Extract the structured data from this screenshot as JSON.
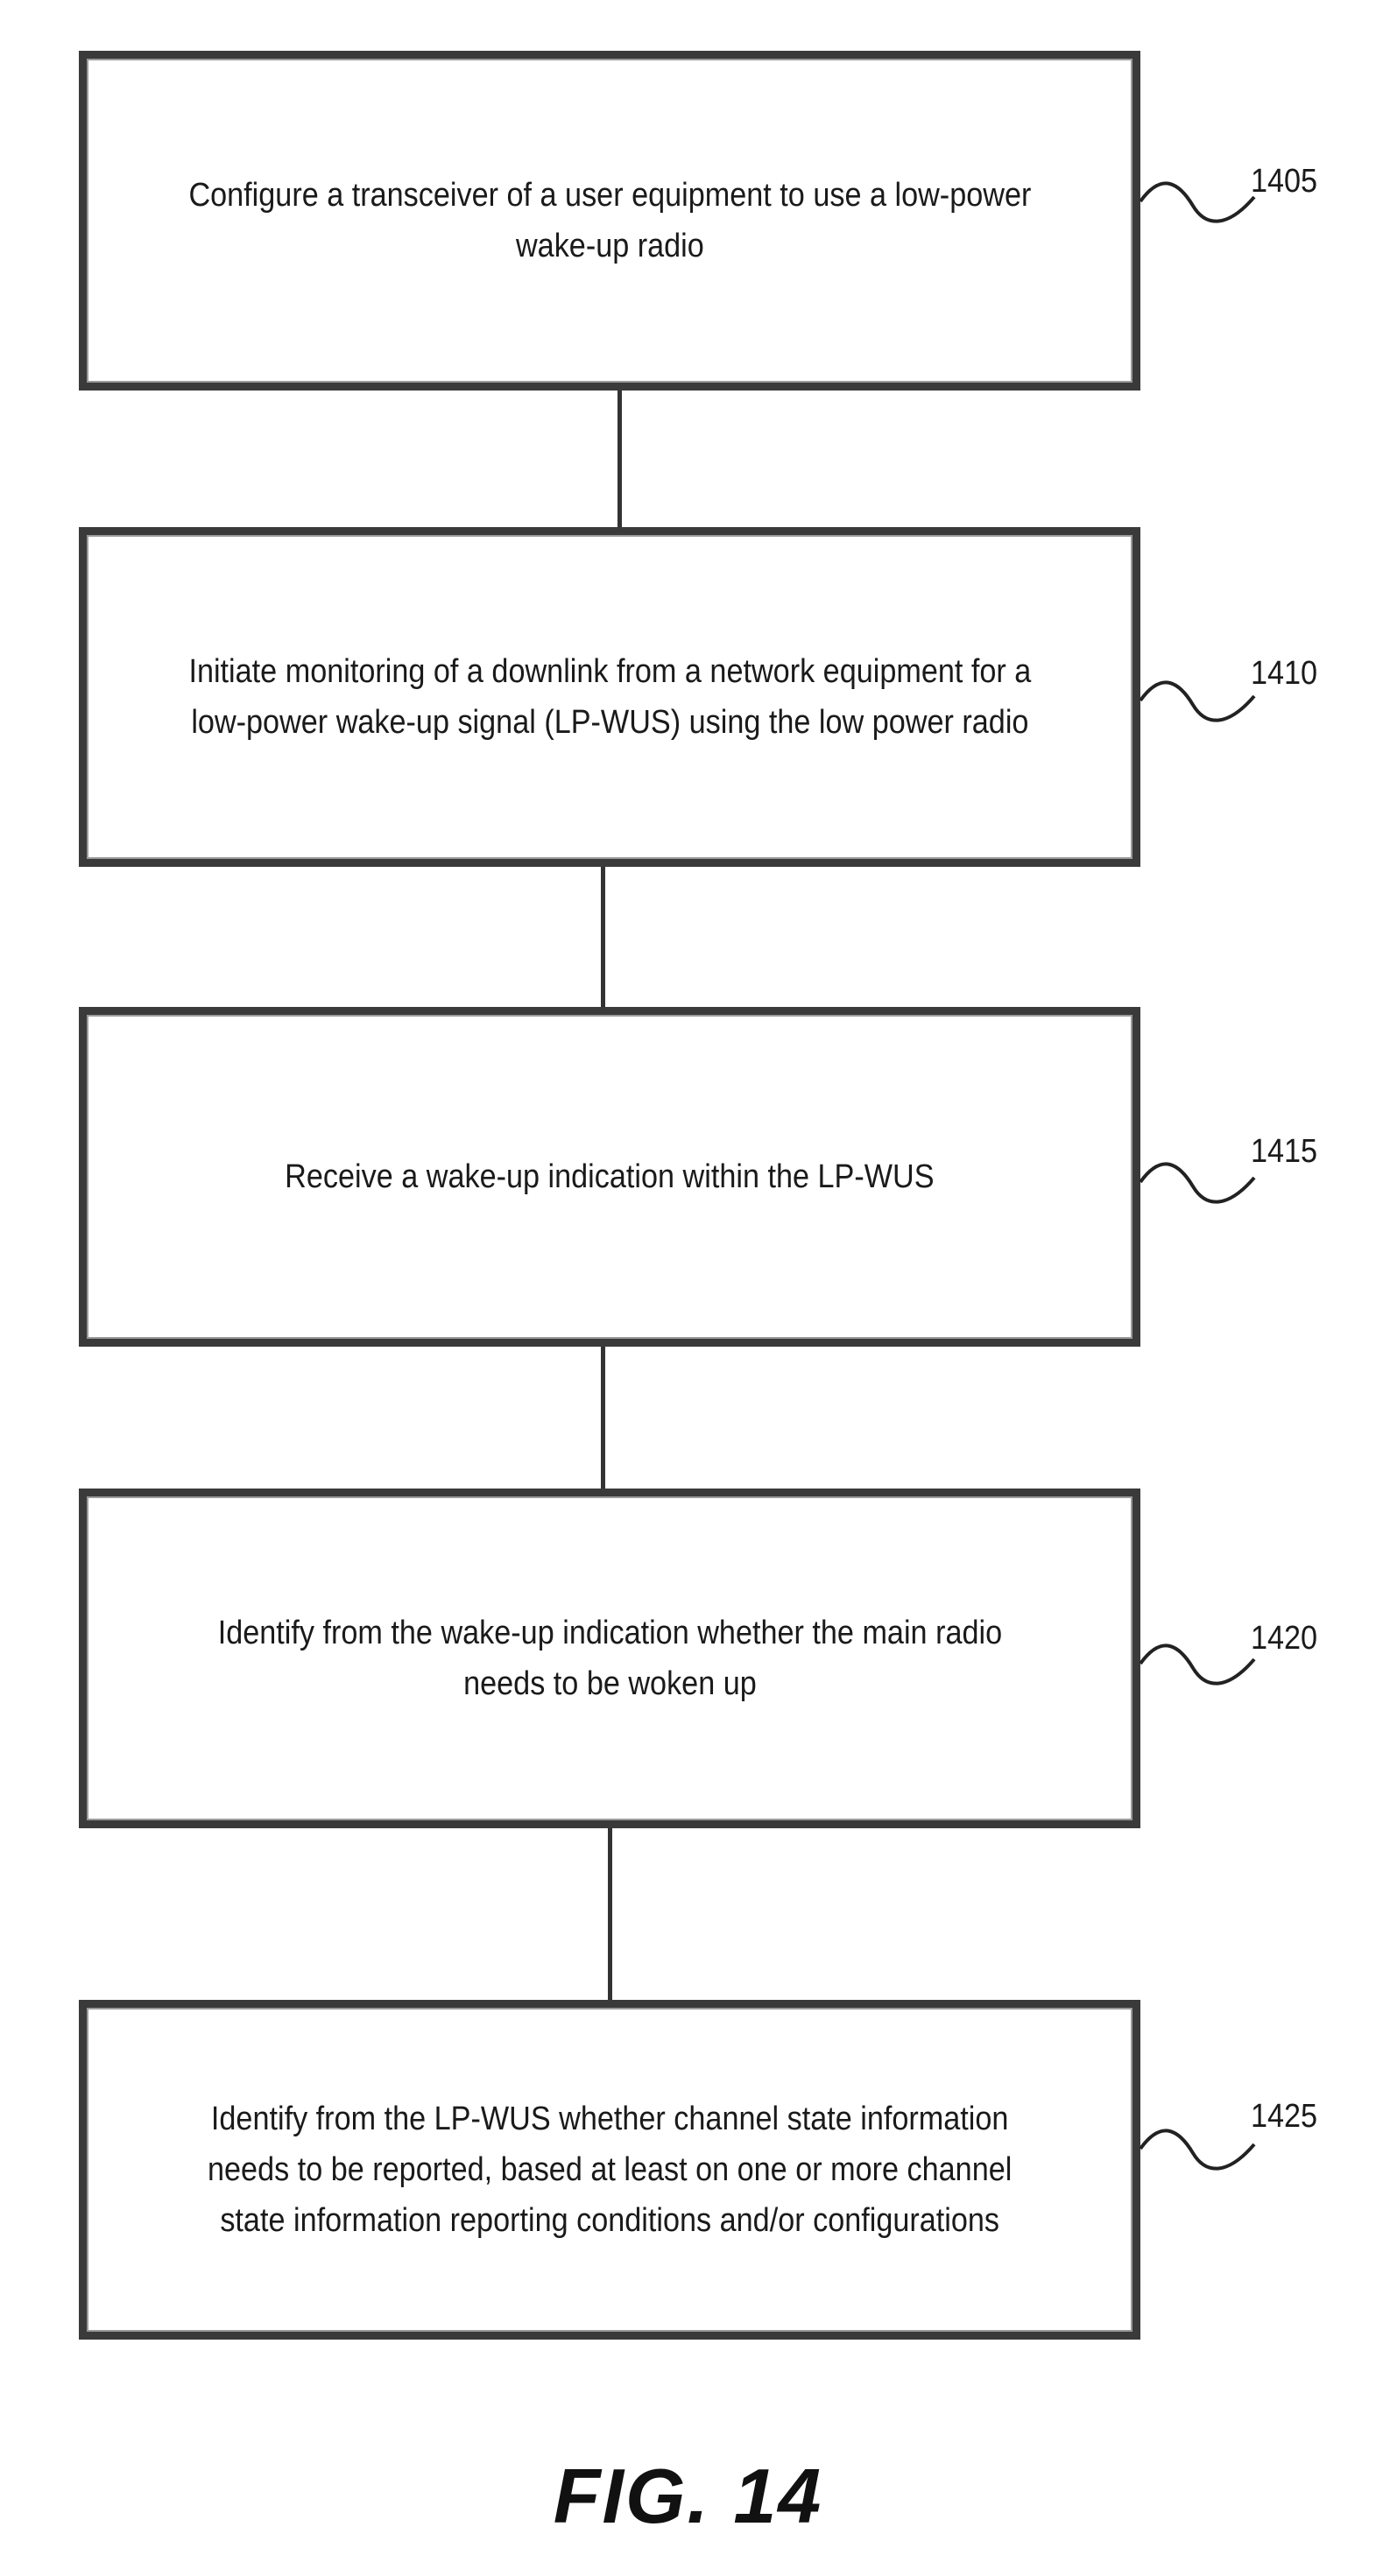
{
  "steps": [
    {
      "ref": "1405",
      "lines": [
        "Configure a transceiver of a user equipment to use a low-power",
        "wake-up radio"
      ]
    },
    {
      "ref": "1410",
      "lines": [
        "Initiate monitoring of a downlink from a network equipment for a",
        "low-power wake-up signal (LP-WUS) using the low power radio"
      ]
    },
    {
      "ref": "1415",
      "lines": [
        "Receive a wake-up indication within the LP-WUS"
      ]
    },
    {
      "ref": "1420",
      "lines": [
        "Identify from the wake-up indication whether the main radio",
        "needs to be woken up"
      ]
    },
    {
      "ref": "1425",
      "lines": [
        "Identify from the LP-WUS whether channel state information",
        "needs to be reported, based at least on one or more channel",
        "state information reporting conditions and/or configurations"
      ]
    }
  ],
  "figure": {
    "caption": "FIG. 14"
  }
}
